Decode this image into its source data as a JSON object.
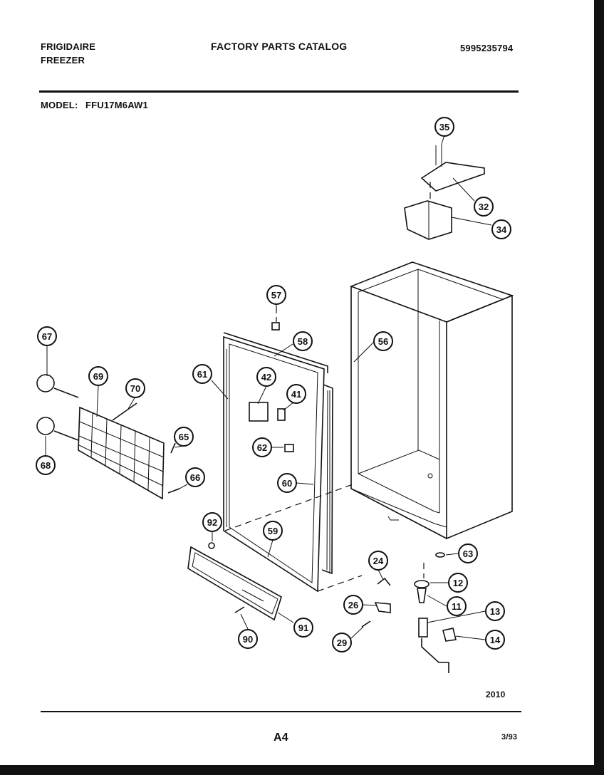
{
  "header": {
    "brand": "FRIGIDAIRE",
    "product": "FREEZER",
    "catalog_title": "FACTORY PARTS CATALOG",
    "catalog_number": "5995235794"
  },
  "model": {
    "label": "MODEL:",
    "number": "FFU17M6AW1"
  },
  "callouts": [
    "35",
    "32",
    "34",
    "57",
    "58",
    "56",
    "67",
    "69",
    "70",
    "61",
    "42",
    "41",
    "65",
    "62",
    "68",
    "66",
    "60",
    "92",
    "59",
    "24",
    "63",
    "12",
    "26",
    "11",
    "13",
    "91",
    "90",
    "29",
    "14"
  ],
  "footer": {
    "figure_code": "2010",
    "page": "A4",
    "date": "3/93"
  }
}
